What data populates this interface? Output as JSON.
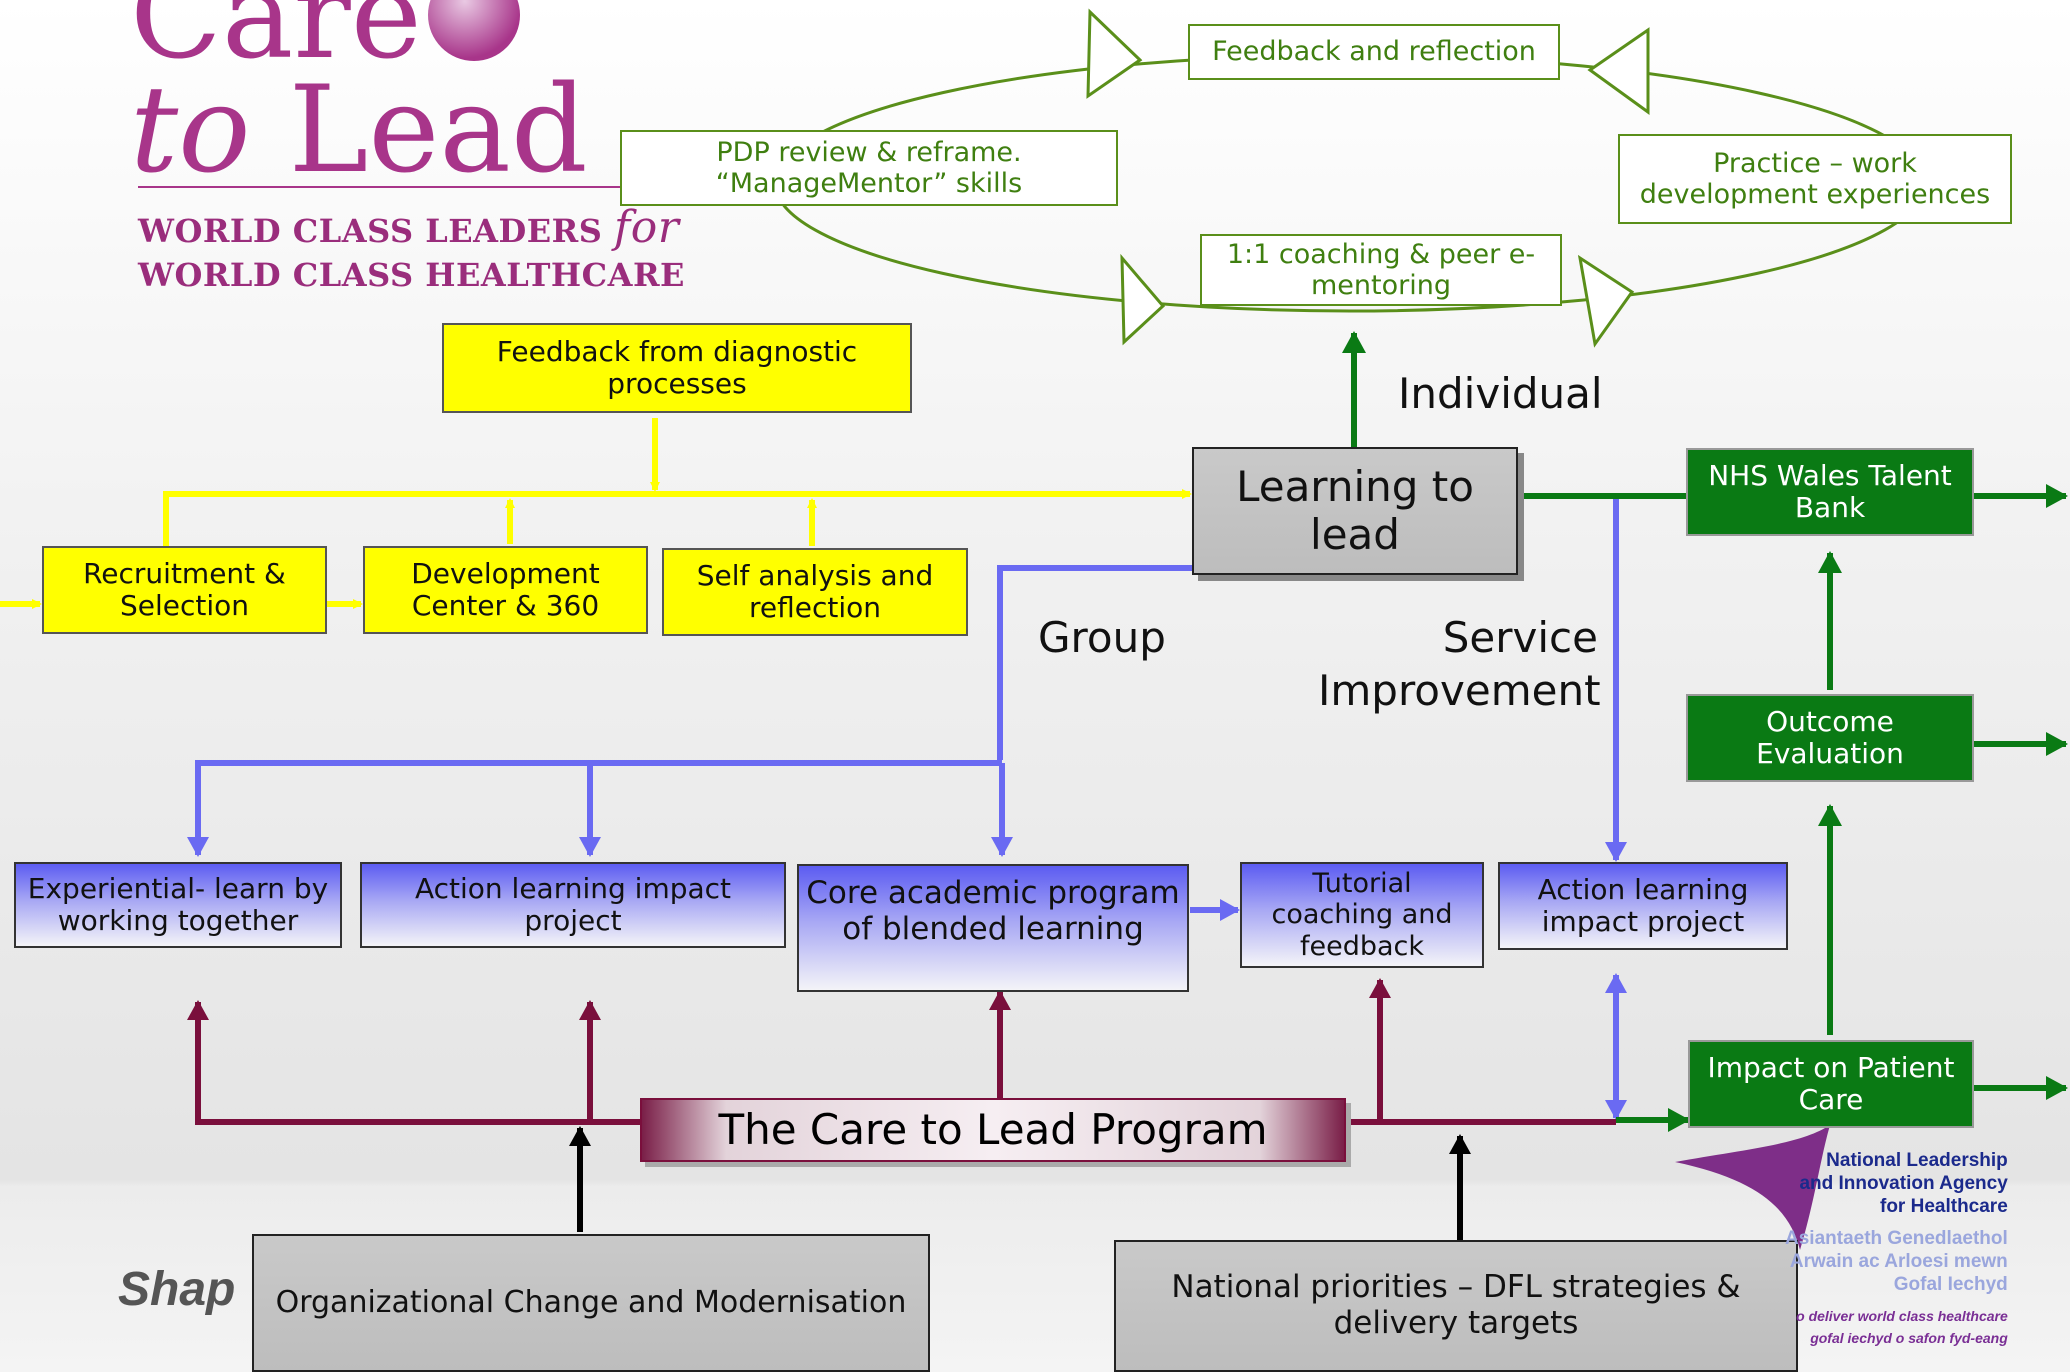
{
  "logo": {
    "line1": "Care",
    "line2_italic": "to",
    "line2_rest": "Lead",
    "tagline1": "WORLD CLASS LEADERS",
    "tagline1_italic": "for",
    "tagline2": "WORLD CLASS HEALTHCARE",
    "colors": {
      "logo": "#a8358a"
    }
  },
  "cycle": {
    "top": "Feedback and reflection",
    "left": "PDP review & reframe. “ManageMentor” skills",
    "right": "Practice – work development experiences",
    "bottom": "1:1 coaching & peer e-mentoring"
  },
  "diagnostics": {
    "feedback": "Feedback from diagnostic processes",
    "recruitment": "Recruitment & Selection",
    "development": "Development Center & 360",
    "self_analysis": "Self analysis and reflection"
  },
  "center": {
    "learning": "Learning to lead",
    "individual": "Individual",
    "group": "Group",
    "service": "Service Improvement"
  },
  "modes": {
    "experiential": "Experiential- learn by working together",
    "action_learning_1": "Action learning impact project",
    "core": "Core academic program of blended learning",
    "tutorial": "Tutorial coaching and feedback",
    "action_learning_2": "Action learning impact project"
  },
  "outcomes": {
    "talent_bank": "NHS Wales Talent Bank",
    "evaluation": "Outcome Evaluation",
    "impact": "Impact on Patient Care"
  },
  "program": {
    "title": "The Care to Lead Program",
    "org_change": "Organizational Change and Modernisation",
    "national": "National priorities – DFL strategies & delivery targets",
    "partial_text": "Shap"
  },
  "agency": {
    "name_en_1": "National Leadership",
    "name_en_2": "and Innovation Agency",
    "name_en_3": "for Healthcare",
    "name_cy_1": "Asiantaeth Genedlaethol",
    "name_cy_2": "Arwain ac Arloesi mewn",
    "name_cy_3": "Gofal Iechyd",
    "motto_en": "o deliver world class healthcare",
    "motto_cy": "gofal iechyd o safon fyd-eang"
  },
  "colors": {
    "yellow": "#ffff00",
    "cycle_green": "#5a8f1a",
    "blue_arrow": "#6a6af2",
    "maroon": "#7a0f3c",
    "green": "#0a7a14"
  }
}
